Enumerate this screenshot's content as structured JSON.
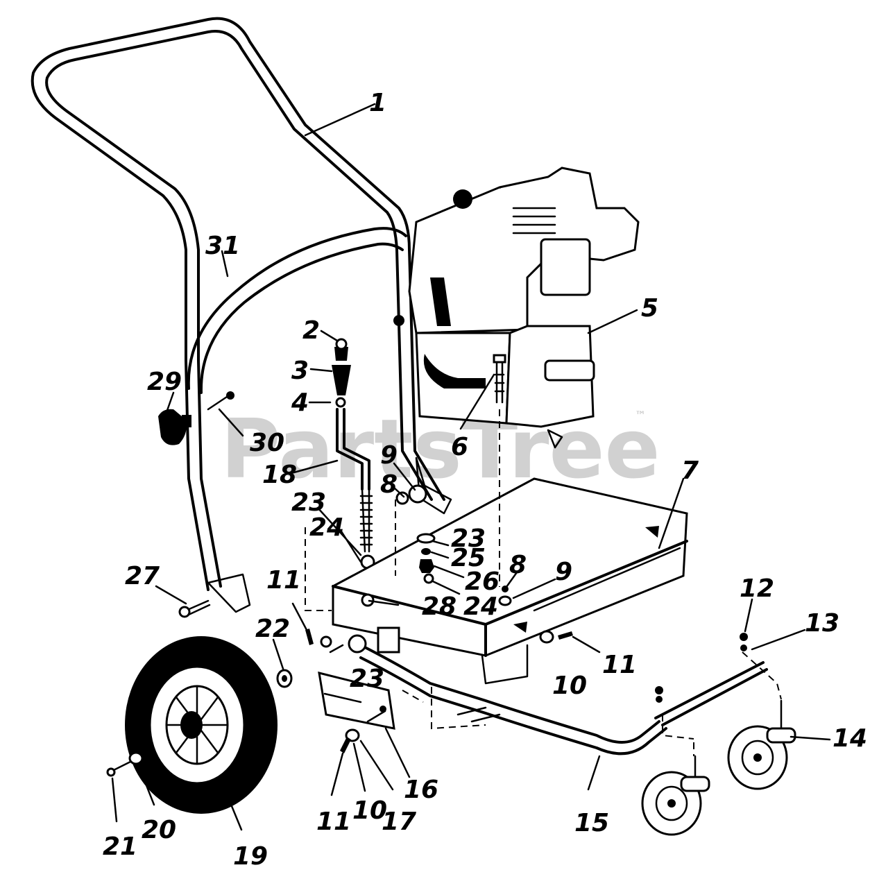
{
  "watermark": {
    "text": "PartsTree",
    "trademark": "™"
  },
  "callouts": [
    {
      "id": "c1",
      "label": "1"
    },
    {
      "id": "c2",
      "label": "2"
    },
    {
      "id": "c3",
      "label": "3"
    },
    {
      "id": "c4",
      "label": "4"
    },
    {
      "id": "c5",
      "label": "5"
    },
    {
      "id": "c6",
      "label": "6"
    },
    {
      "id": "c7",
      "label": "7"
    },
    {
      "id": "c8a",
      "label": "8"
    },
    {
      "id": "c8b",
      "label": "8"
    },
    {
      "id": "c9a",
      "label": "9"
    },
    {
      "id": "c9b",
      "label": "9"
    },
    {
      "id": "c10a",
      "label": "10"
    },
    {
      "id": "c10b",
      "label": "10"
    },
    {
      "id": "c11a",
      "label": "11"
    },
    {
      "id": "c11b",
      "label": "11"
    },
    {
      "id": "c11c",
      "label": "11"
    },
    {
      "id": "c12",
      "label": "12"
    },
    {
      "id": "c13",
      "label": "13"
    },
    {
      "id": "c14",
      "label": "14"
    },
    {
      "id": "c15",
      "label": "15"
    },
    {
      "id": "c16",
      "label": "16"
    },
    {
      "id": "c17",
      "label": "17"
    },
    {
      "id": "c18",
      "label": "18"
    },
    {
      "id": "c19",
      "label": "19"
    },
    {
      "id": "c20",
      "label": "20"
    },
    {
      "id": "c21",
      "label": "21"
    },
    {
      "id": "c22",
      "label": "22"
    },
    {
      "id": "c23a",
      "label": "23"
    },
    {
      "id": "c23b",
      "label": "23"
    },
    {
      "id": "c23c",
      "label": "23"
    },
    {
      "id": "c24a",
      "label": "24"
    },
    {
      "id": "c24b",
      "label": "24"
    },
    {
      "id": "c25",
      "label": "25"
    },
    {
      "id": "c26",
      "label": "26"
    },
    {
      "id": "c27",
      "label": "27"
    },
    {
      "id": "c28",
      "label": "28"
    },
    {
      "id": "c29",
      "label": "29"
    },
    {
      "id": "c30",
      "label": "30"
    },
    {
      "id": "c31",
      "label": "31"
    }
  ]
}
